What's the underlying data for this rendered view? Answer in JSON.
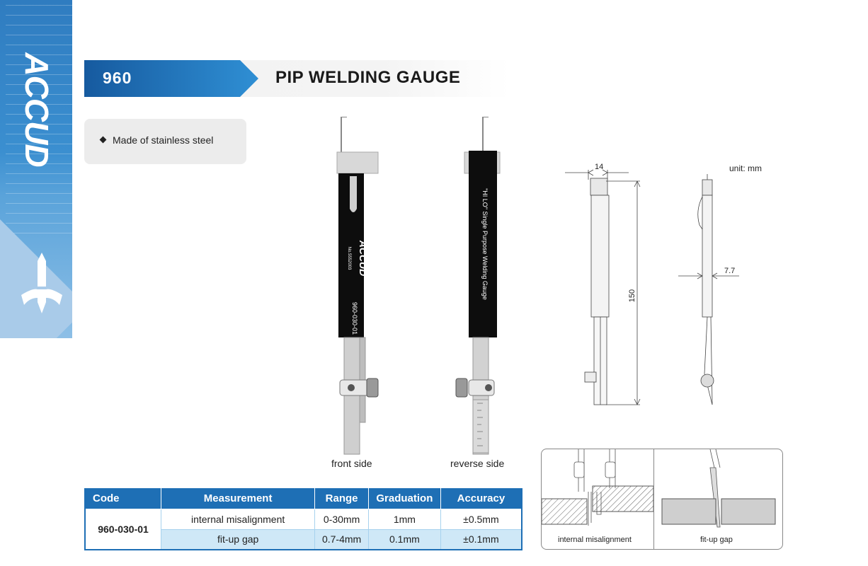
{
  "brand": {
    "name": "ACCUD"
  },
  "header": {
    "model": "960",
    "title": "PIP WELDING GAUGE"
  },
  "features": [
    "Made of stainless steel"
  ],
  "photos": {
    "front": {
      "caption": "front side",
      "brand": "ACCUD",
      "serial": "No.5552003",
      "code": "960-030-01"
    },
    "reverse": {
      "caption": "reverse side",
      "text": "\"HI LO\" Single Purpose Welding Gauge"
    }
  },
  "drawing": {
    "unit": "unit: mm",
    "width": "14",
    "length": "150",
    "thickness": "7.7"
  },
  "table": {
    "headers": [
      "Code",
      "Measurement",
      "Range",
      "Graduation",
      "Accuracy"
    ],
    "code": "960-030-01",
    "rows": [
      {
        "measurement": "internal misalignment",
        "range": "0-30mm",
        "graduation": "1mm",
        "accuracy": "±0.5mm"
      },
      {
        "measurement": "fit-up gap",
        "range": "0.7-4mm",
        "graduation": "0.1mm",
        "accuracy": "±0.1mm"
      }
    ]
  },
  "application": {
    "captions": [
      "internal misalignment",
      "fit-up gap"
    ]
  },
  "colors": {
    "accent": "#1e6fb5",
    "header_blue": "#1a5fa8",
    "row_tint": "#cfe8f7"
  }
}
